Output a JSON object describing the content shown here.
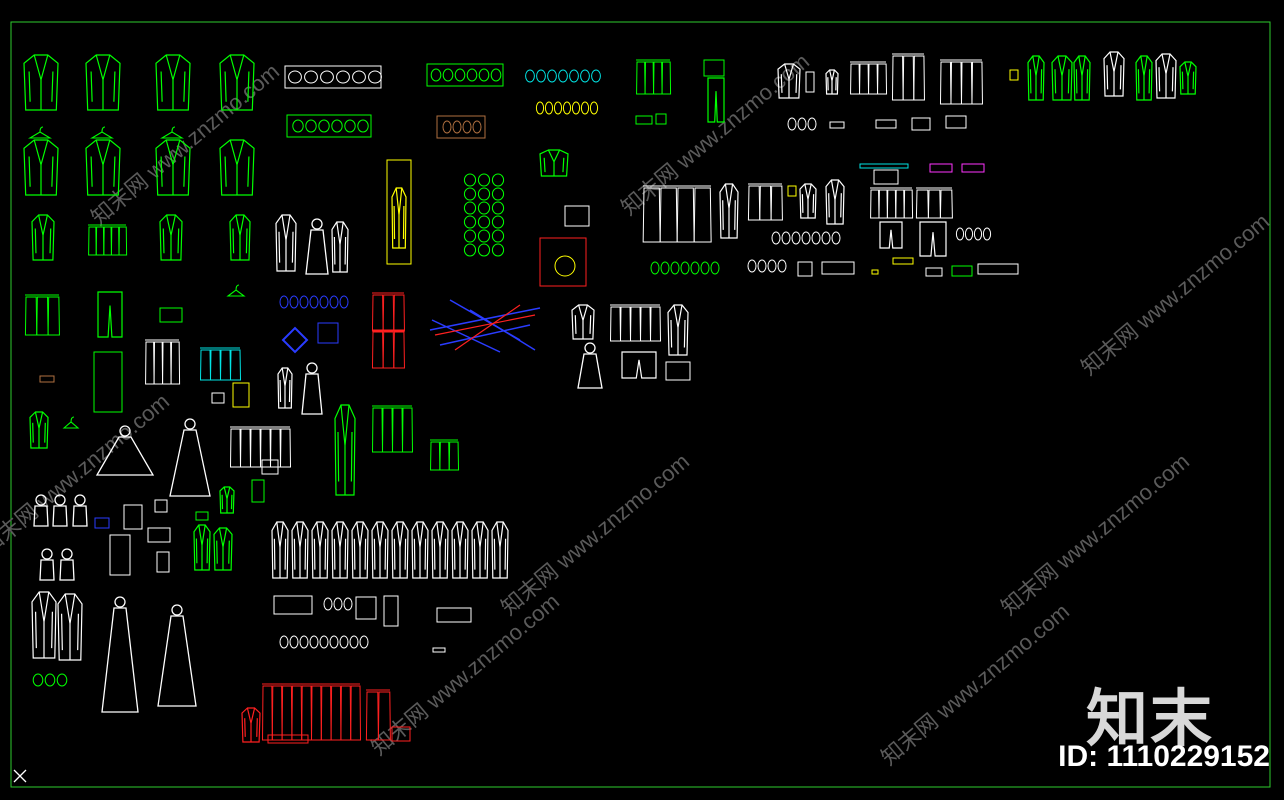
{
  "viewport": {
    "background": "#000000",
    "frame_color": "#2ecc2e"
  },
  "palette": {
    "green": "#00ff00",
    "white": "#ffffff",
    "red": "#ff2020",
    "blue": "#2a3cff",
    "cyan": "#00e5e5",
    "yellow": "#ffff00",
    "magenta": "#ff33ff",
    "brown": "#b07040"
  },
  "watermark": {
    "text": "www.znzmo.com",
    "logo": "知末网",
    "color": "#5a5a5a"
  },
  "brand": {
    "name": "知末",
    "id_label": "ID: 1110229152"
  },
  "icons": {
    "ucs": "ucs-cross-icon"
  }
}
